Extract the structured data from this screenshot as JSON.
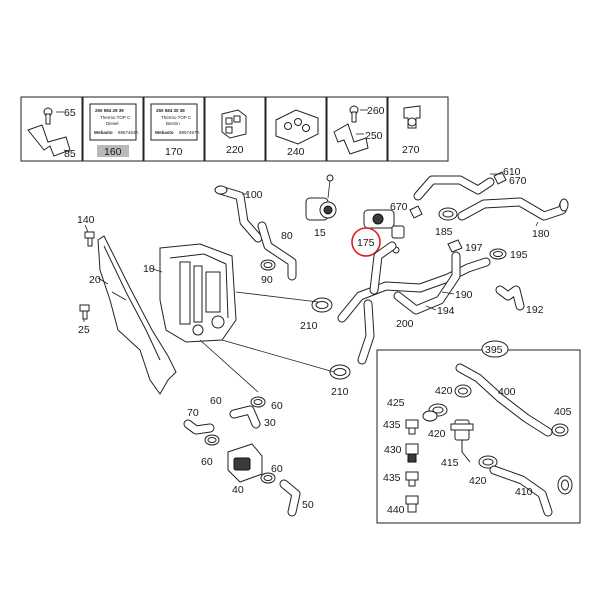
{
  "highlight_color": "#d62020",
  "gray_fill": "#b9b9b9",
  "top_row": {
    "p65": "65",
    "p85": "85",
    "card160": {
      "line1": "250 584 29 39",
      "line2": "Thermo TOP C",
      "line3": "Diesel",
      "brand": "Webasto",
      "num": "8867463A",
      "label": "160"
    },
    "card170": {
      "line1": "250 584 30 38",
      "line2": "Thermo TOP C",
      "line3": "Benzin",
      "brand": "Webasto",
      "num": "8867457A",
      "label": "170"
    },
    "p220": "220",
    "p240": "240",
    "p260": "260",
    "p250": "250",
    "p270": "270"
  },
  "labels": {
    "p100": "100",
    "p610": "610",
    "p670a": "670",
    "p670b": "670",
    "p80": "80",
    "p15": "15",
    "p175": "175",
    "p185": "185",
    "p180": "180",
    "p140": "140",
    "p197": "197",
    "p195": "195",
    "p10": "10",
    "p20": "20",
    "p90": "90",
    "p190": "190",
    "p192": "192",
    "p25": "25",
    "p210a": "210",
    "p200": "200",
    "p194": "194",
    "p395": "395",
    "p210b": "210",
    "p400": "400",
    "p420a": "420",
    "p425": "425",
    "p405": "405",
    "p60a": "60",
    "p70": "70",
    "p30": "30",
    "p60b": "60",
    "p435a": "435",
    "p420b": "420",
    "p430": "430",
    "p60c": "60",
    "p415": "415",
    "p435b": "435",
    "p420c": "420",
    "p410": "410",
    "p40": "40",
    "p60d": "60",
    "p50": "50",
    "p440": "440"
  }
}
